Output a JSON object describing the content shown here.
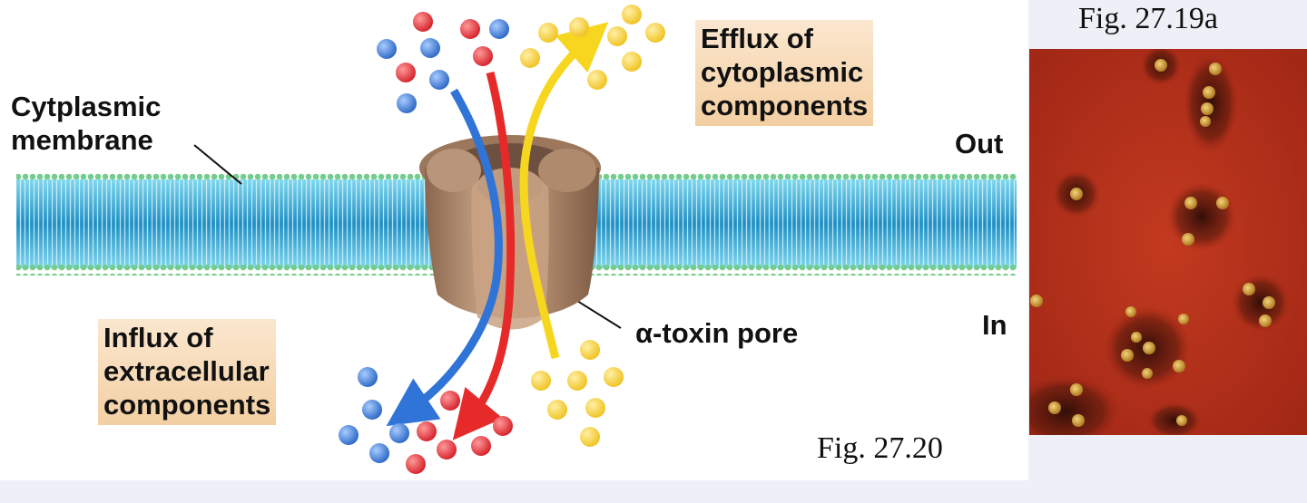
{
  "labels": {
    "cytoplasmic_membrane": [
      "Cytplasmic",
      "membrane"
    ],
    "efflux": [
      "Efflux of",
      "cytoplasmic",
      "components"
    ],
    "influx": [
      "Influx of",
      "extracellular",
      "components"
    ],
    "out": "Out",
    "in": "In",
    "pore": "α-toxin pore"
  },
  "figures": {
    "main": "Fig. 27.20",
    "photo": "Fig. 27.19a"
  },
  "colors": {
    "blue_molecule": "#3f7ed8",
    "red_molecule": "#e8323a",
    "yellow_molecule": "#f3cc2a",
    "membrane_core": "#2e9fd0",
    "membrane_heads": "#6bc79a",
    "pore": "#a88468",
    "label_box": "#f6d8b2",
    "photo_background": "#b72a18"
  }
}
